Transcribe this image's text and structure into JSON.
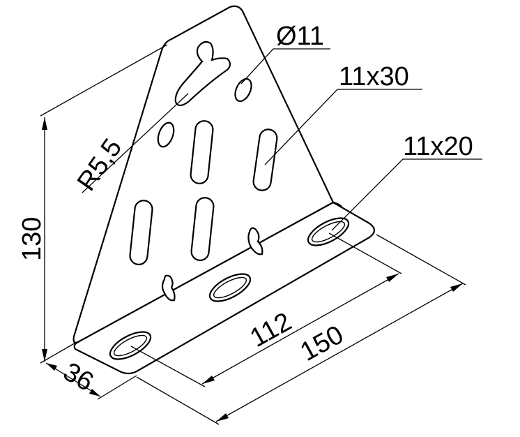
{
  "drawing": {
    "labels": {
      "dia_hole": "Ø11",
      "slot_vertical": "11x30",
      "slot_base": "11x20",
      "radius": "R5,5",
      "height": "130",
      "depth": "36",
      "hole_spacing": "112",
      "length": "150"
    }
  }
}
